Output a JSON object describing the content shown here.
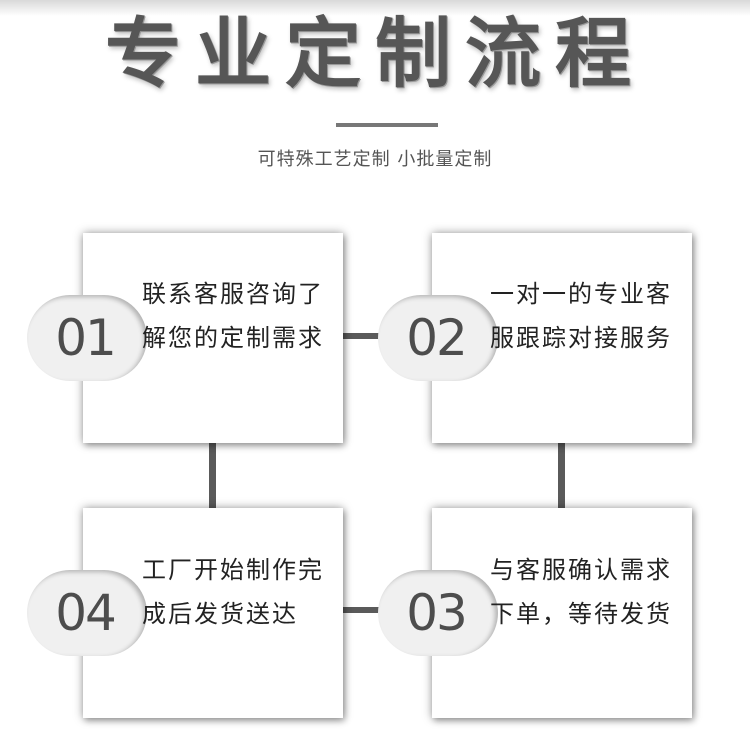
{
  "header": {
    "title": "专业定制流程",
    "subtitle": "可特殊工艺定制 小批量定制"
  },
  "steps": [
    {
      "number": "01",
      "text": "联系客服咨询了解您的定制需求"
    },
    {
      "number": "02",
      "text": "一对一的专业客服跟踪对接服务"
    },
    {
      "number": "03",
      "text": "与客服确认需求下单，等待发货"
    },
    {
      "number": "04",
      "text": "工厂开始制作完成后发货送达"
    }
  ],
  "colors": {
    "title": "#565656",
    "connector": "#5a5a5a",
    "number": "#4d4d4d",
    "text": "#222222"
  }
}
